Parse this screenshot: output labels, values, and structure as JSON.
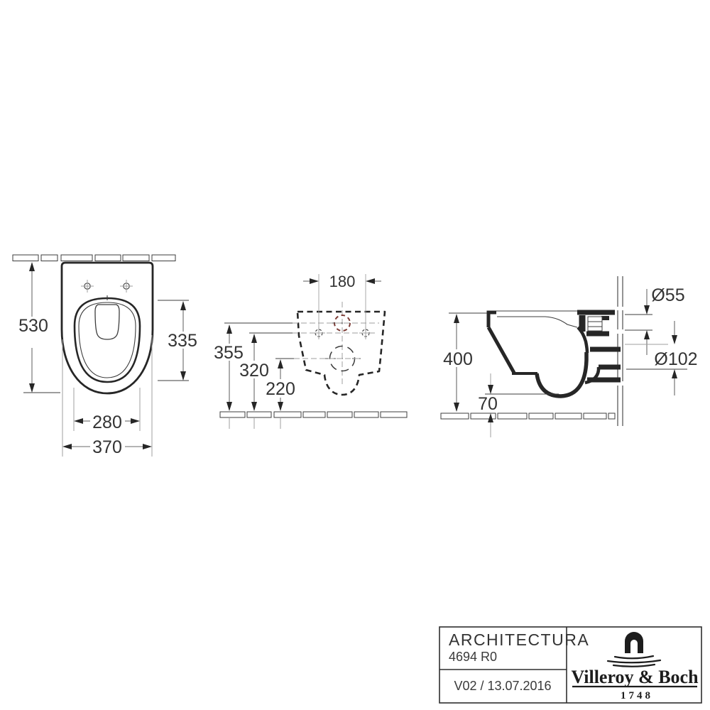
{
  "title_block": {
    "series": "ARCHITECTURA",
    "article": "4694 R0",
    "version": "V02 / 13.07.2016",
    "brand": "Villeroy & Boch",
    "since": "1748"
  },
  "views": {
    "top": {
      "depth": "530",
      "seat_length": "335",
      "inner_width": "280",
      "width": "370"
    },
    "rear": {
      "hole_spacing": "180",
      "inlet_height": "355",
      "hole_height": "320",
      "outlet_height": "220"
    },
    "side": {
      "height": "400",
      "rim_depth": "70",
      "inlet_diameter": "Ø55",
      "outlet_diameter": "Ø102"
    }
  },
  "colors": {
    "line": "#3c3c3c",
    "thick": "#262626",
    "dim": "#6a6a6a",
    "gray": "#9f9f9f",
    "red": "#7c3a34",
    "text": "#333333"
  }
}
